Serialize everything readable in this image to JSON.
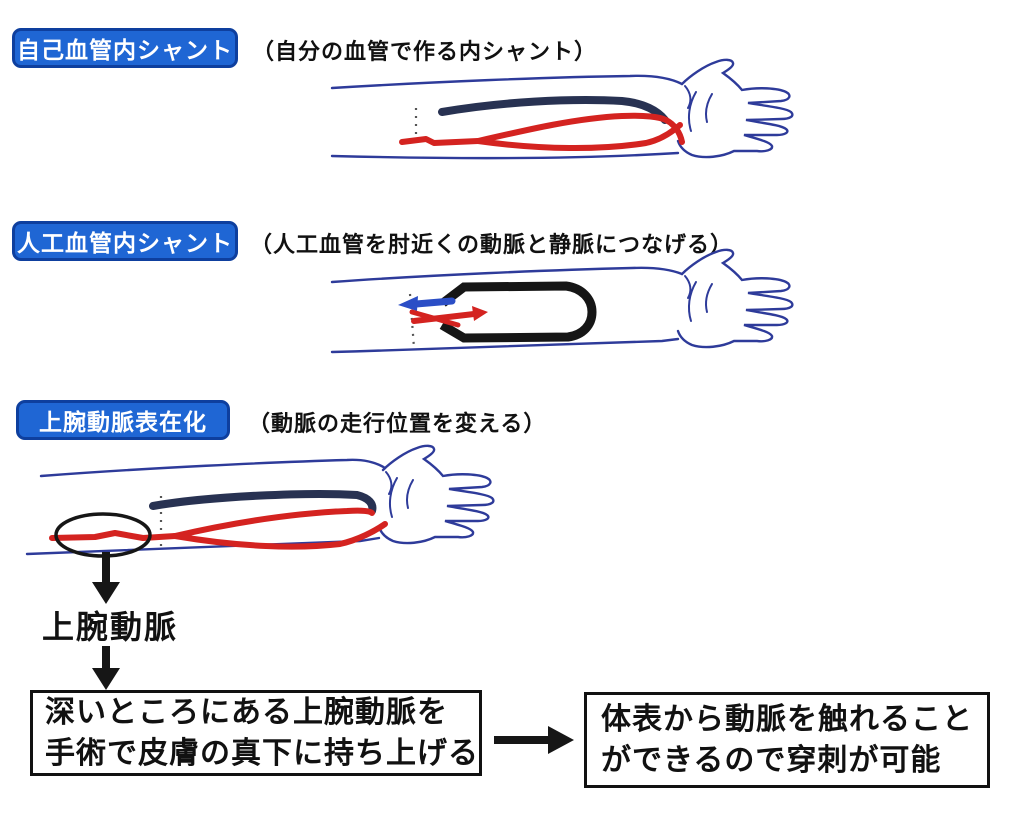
{
  "colors": {
    "background": "#ffffff",
    "badge_fill": "#1f66d4",
    "badge_border": "#0e3f9e",
    "badge_text": "#ffffff",
    "outline_ink": "#2e3b9a",
    "vein_navy": "#283252",
    "artery_red": "#d42320",
    "graft_black": "#161616",
    "bright_blue": "#2b4ec6",
    "dotted_gray": "#555555",
    "flow_black": "#161616",
    "box_border": "#111111",
    "text_black": "#111111"
  },
  "sections": [
    {
      "badge": "自己血管内シャント",
      "caption": "（自分の血管で作る内シャント）"
    },
    {
      "badge": "人工血管内シャント",
      "caption": "（人工血管を肘近くの動脈と静脈につなげる）"
    },
    {
      "badge": "上腕動脈表在化",
      "caption": "（動脈の走行位置を変える）"
    }
  ],
  "flow": {
    "artery_label": "上腕動脈",
    "left_box_line1": "深いところにある上腕動脈を",
    "left_box_line2": "手術で皮膚の真下に持ち上げる",
    "right_box_line1": "体表から動脈を触れること",
    "right_box_line2": "ができるので穿刺が可能"
  }
}
